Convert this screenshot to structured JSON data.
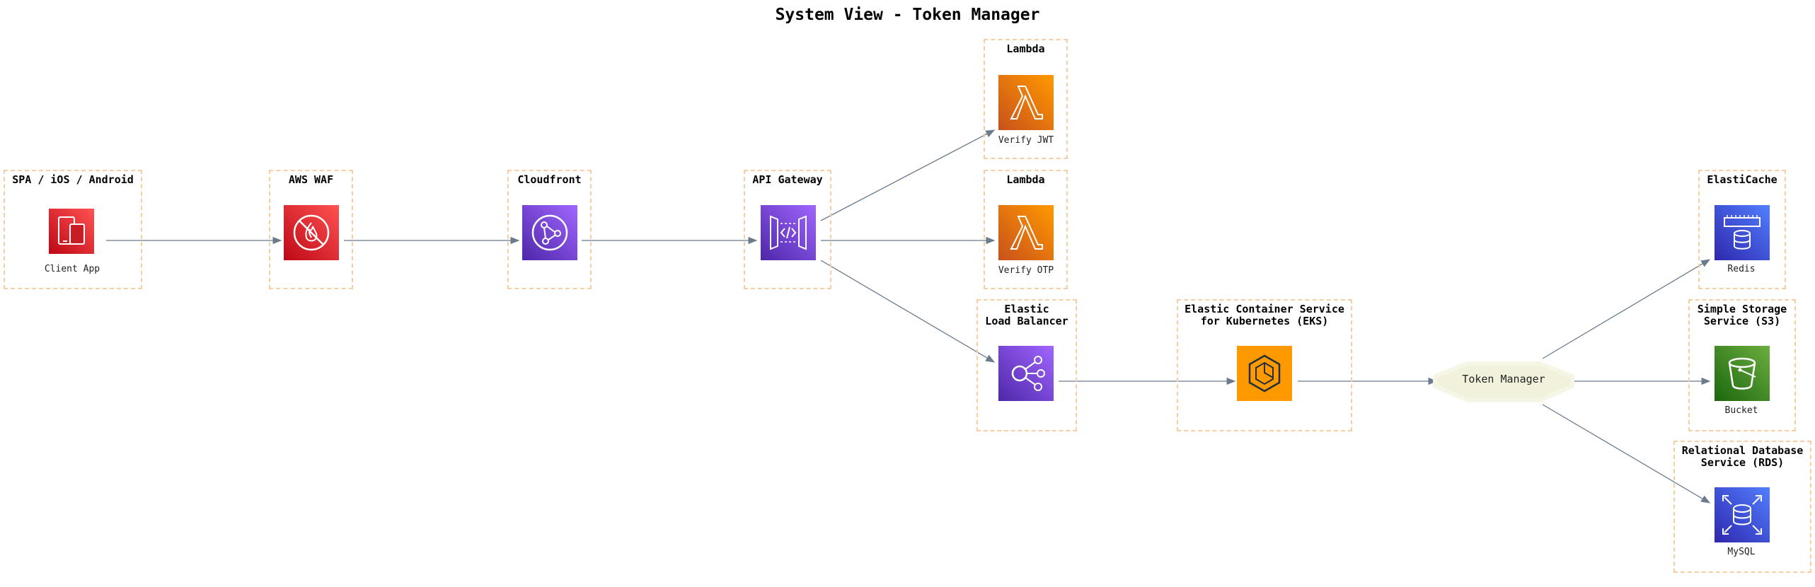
{
  "title": "System View - Token Manager",
  "groups": {
    "client": "SPA / iOS / Android",
    "waf": "AWS WAF",
    "cloudfront": "Cloudfront",
    "apigw": "API Gateway",
    "lambda_jwt": "Lambda",
    "lambda_otp": "Lambda",
    "elb": "Elastic\nLoad Balancer",
    "eks": "Elastic Container Service\nfor Kubernetes (EKS)",
    "elasticache": "ElastiCache",
    "s3": "Simple Storage\nService (S3)",
    "rds": "Relational Database\nService (RDS)"
  },
  "nodes": {
    "client_app": "Client App",
    "verify_jwt": "Verify JWT",
    "verify_otp": "Verify OTP",
    "redis": "Redis",
    "bucket": "Bucket",
    "mysql": "MySQL",
    "token_manager": "Token Manager"
  },
  "icons": {
    "client_app": "mobile-client-icon",
    "waf": "waf-icon",
    "cloudfront": "cloudfront-icon",
    "apigw": "api-gateway-icon",
    "lambda": "lambda-icon",
    "elb": "load-balancer-icon",
    "eks": "eks-icon",
    "redis": "elasticache-icon",
    "bucket": "s3-bucket-icon",
    "mysql": "rds-icon"
  },
  "colors": {
    "group_border": "#f5cfa1",
    "edge": "#6b7b8c",
    "security_red": "#d6242d",
    "networking_purple": "#7a3fd6",
    "compute_orange": "#ea7a12",
    "database_blue": "#3b48cc",
    "storage_green": "#3f8624",
    "token_manager_fill": "#f2f2dc"
  }
}
